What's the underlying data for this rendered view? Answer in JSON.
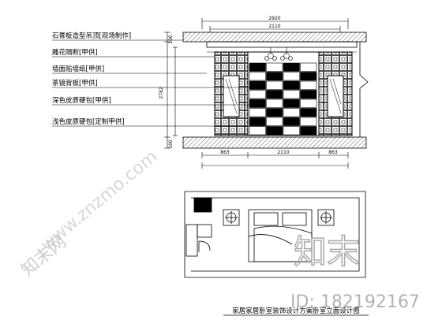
{
  "elevation": {
    "dim_top": "2920",
    "dim_top_inner": "2110",
    "dim_bottom_left": "863",
    "dim_bottom_center": "2110",
    "dim_bottom_right": "863",
    "dim_left": "2782",
    "dim_left_segment_top": "100",
    "dim_left_segment_bottom": "100"
  },
  "callouts": [
    {
      "text": "石膏板造型吊顶[现场制作]"
    },
    {
      "text": "雕花隔断[甲供]"
    },
    {
      "text": "墙面贴墙纸[甲供]"
    },
    {
      "text": "茶镜背板[甲供]"
    },
    {
      "text": "深色皮质硬包[甲供]"
    },
    {
      "text": "浅色皮质硬包[定制甲供]"
    }
  ],
  "plan": {
    "caption": "家居家居卧室装饰设计方案卧室立面设计图"
  },
  "watermark": {
    "site_text": "www.znzmo.com",
    "brand_text": "知末",
    "corner_text": "知末网",
    "id_text": "ID: 182192167"
  },
  "colors": {
    "line": "#000000",
    "hatch": "#555555",
    "watermark": "#b8b8b8"
  }
}
